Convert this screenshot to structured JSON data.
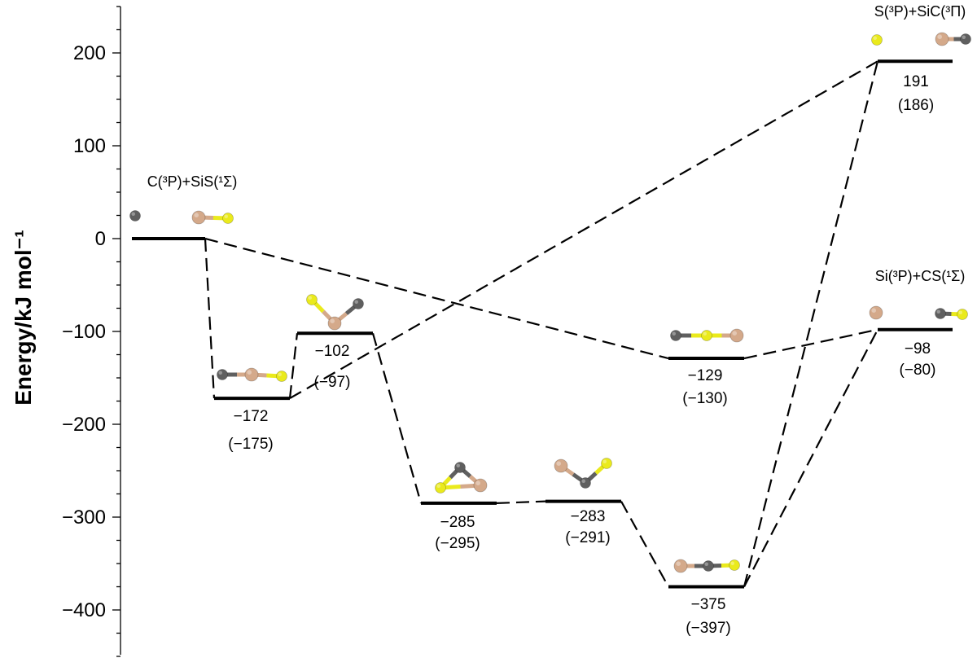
{
  "chart_data": {
    "type": "energy-level-diagram",
    "ylabel": "Energy/kJ mol⁻¹",
    "ylim": [
      -450,
      250
    ],
    "yticks": [
      200,
      100,
      0,
      -100,
      -200,
      -300,
      -400
    ],
    "ytick_labels": [
      "200",
      "100",
      "0",
      "−100",
      "−200",
      "−300",
      "−400"
    ],
    "levels": [
      {
        "id": "reactants",
        "energy": 0,
        "species_label": "C(³P)+SiS(¹Σ)",
        "atoms": [
          "C",
          "Si",
          "S"
        ]
      },
      {
        "id": "int1",
        "energy": -172,
        "label": "−172",
        "label2": "(−175)",
        "atoms": [
          "C",
          "Si",
          "S"
        ]
      },
      {
        "id": "int2",
        "energy": -102,
        "label": "−102",
        "label2": "(−97)",
        "atoms": [
          "S",
          "Si",
          "C"
        ]
      },
      {
        "id": "int3",
        "energy": -285,
        "label": "−285",
        "label2": "(−295)",
        "atoms": [
          "C",
          "S",
          "Si"
        ]
      },
      {
        "id": "int4",
        "energy": -283,
        "label": "−283",
        "label2": "(−291)",
        "atoms": [
          "Si",
          "C",
          "S"
        ]
      },
      {
        "id": "int5",
        "energy": -129,
        "label": "−129",
        "label2": "(−130)",
        "atoms": [
          "C",
          "S",
          "Si"
        ]
      },
      {
        "id": "int6",
        "energy": -375,
        "label": "−375",
        "label2": "(−397)",
        "atoms": [
          "Si",
          "C",
          "S"
        ]
      },
      {
        "id": "prod_sic",
        "energy": 191,
        "label": "191",
        "label2": "(186)",
        "species_label": "S(³P)+SiC(³Π)",
        "atoms": [
          "S",
          "Si",
          "C"
        ]
      },
      {
        "id": "prod_cs",
        "energy": -98,
        "label": "−98",
        "label2": "(−80)",
        "species_label": "Si(³P)+CS(¹Σ)",
        "atoms": [
          "Si",
          "C",
          "S"
        ]
      }
    ],
    "connections": [
      [
        "reactants",
        "int1"
      ],
      [
        "int1",
        "int2"
      ],
      [
        "int2",
        "int3"
      ],
      [
        "int3",
        "int4"
      ],
      [
        "int4",
        "int6"
      ],
      [
        "reactants",
        "int5"
      ],
      [
        "int5",
        "prod_cs"
      ],
      [
        "int1",
        "prod_sic"
      ],
      [
        "int6",
        "prod_sic"
      ],
      [
        "int6",
        "prod_cs"
      ]
    ],
    "atom_colors": {
      "C": "#5f5f5f",
      "Si": "#d4a98a",
      "S": "#eaea1c"
    },
    "line_color": "#000000"
  }
}
